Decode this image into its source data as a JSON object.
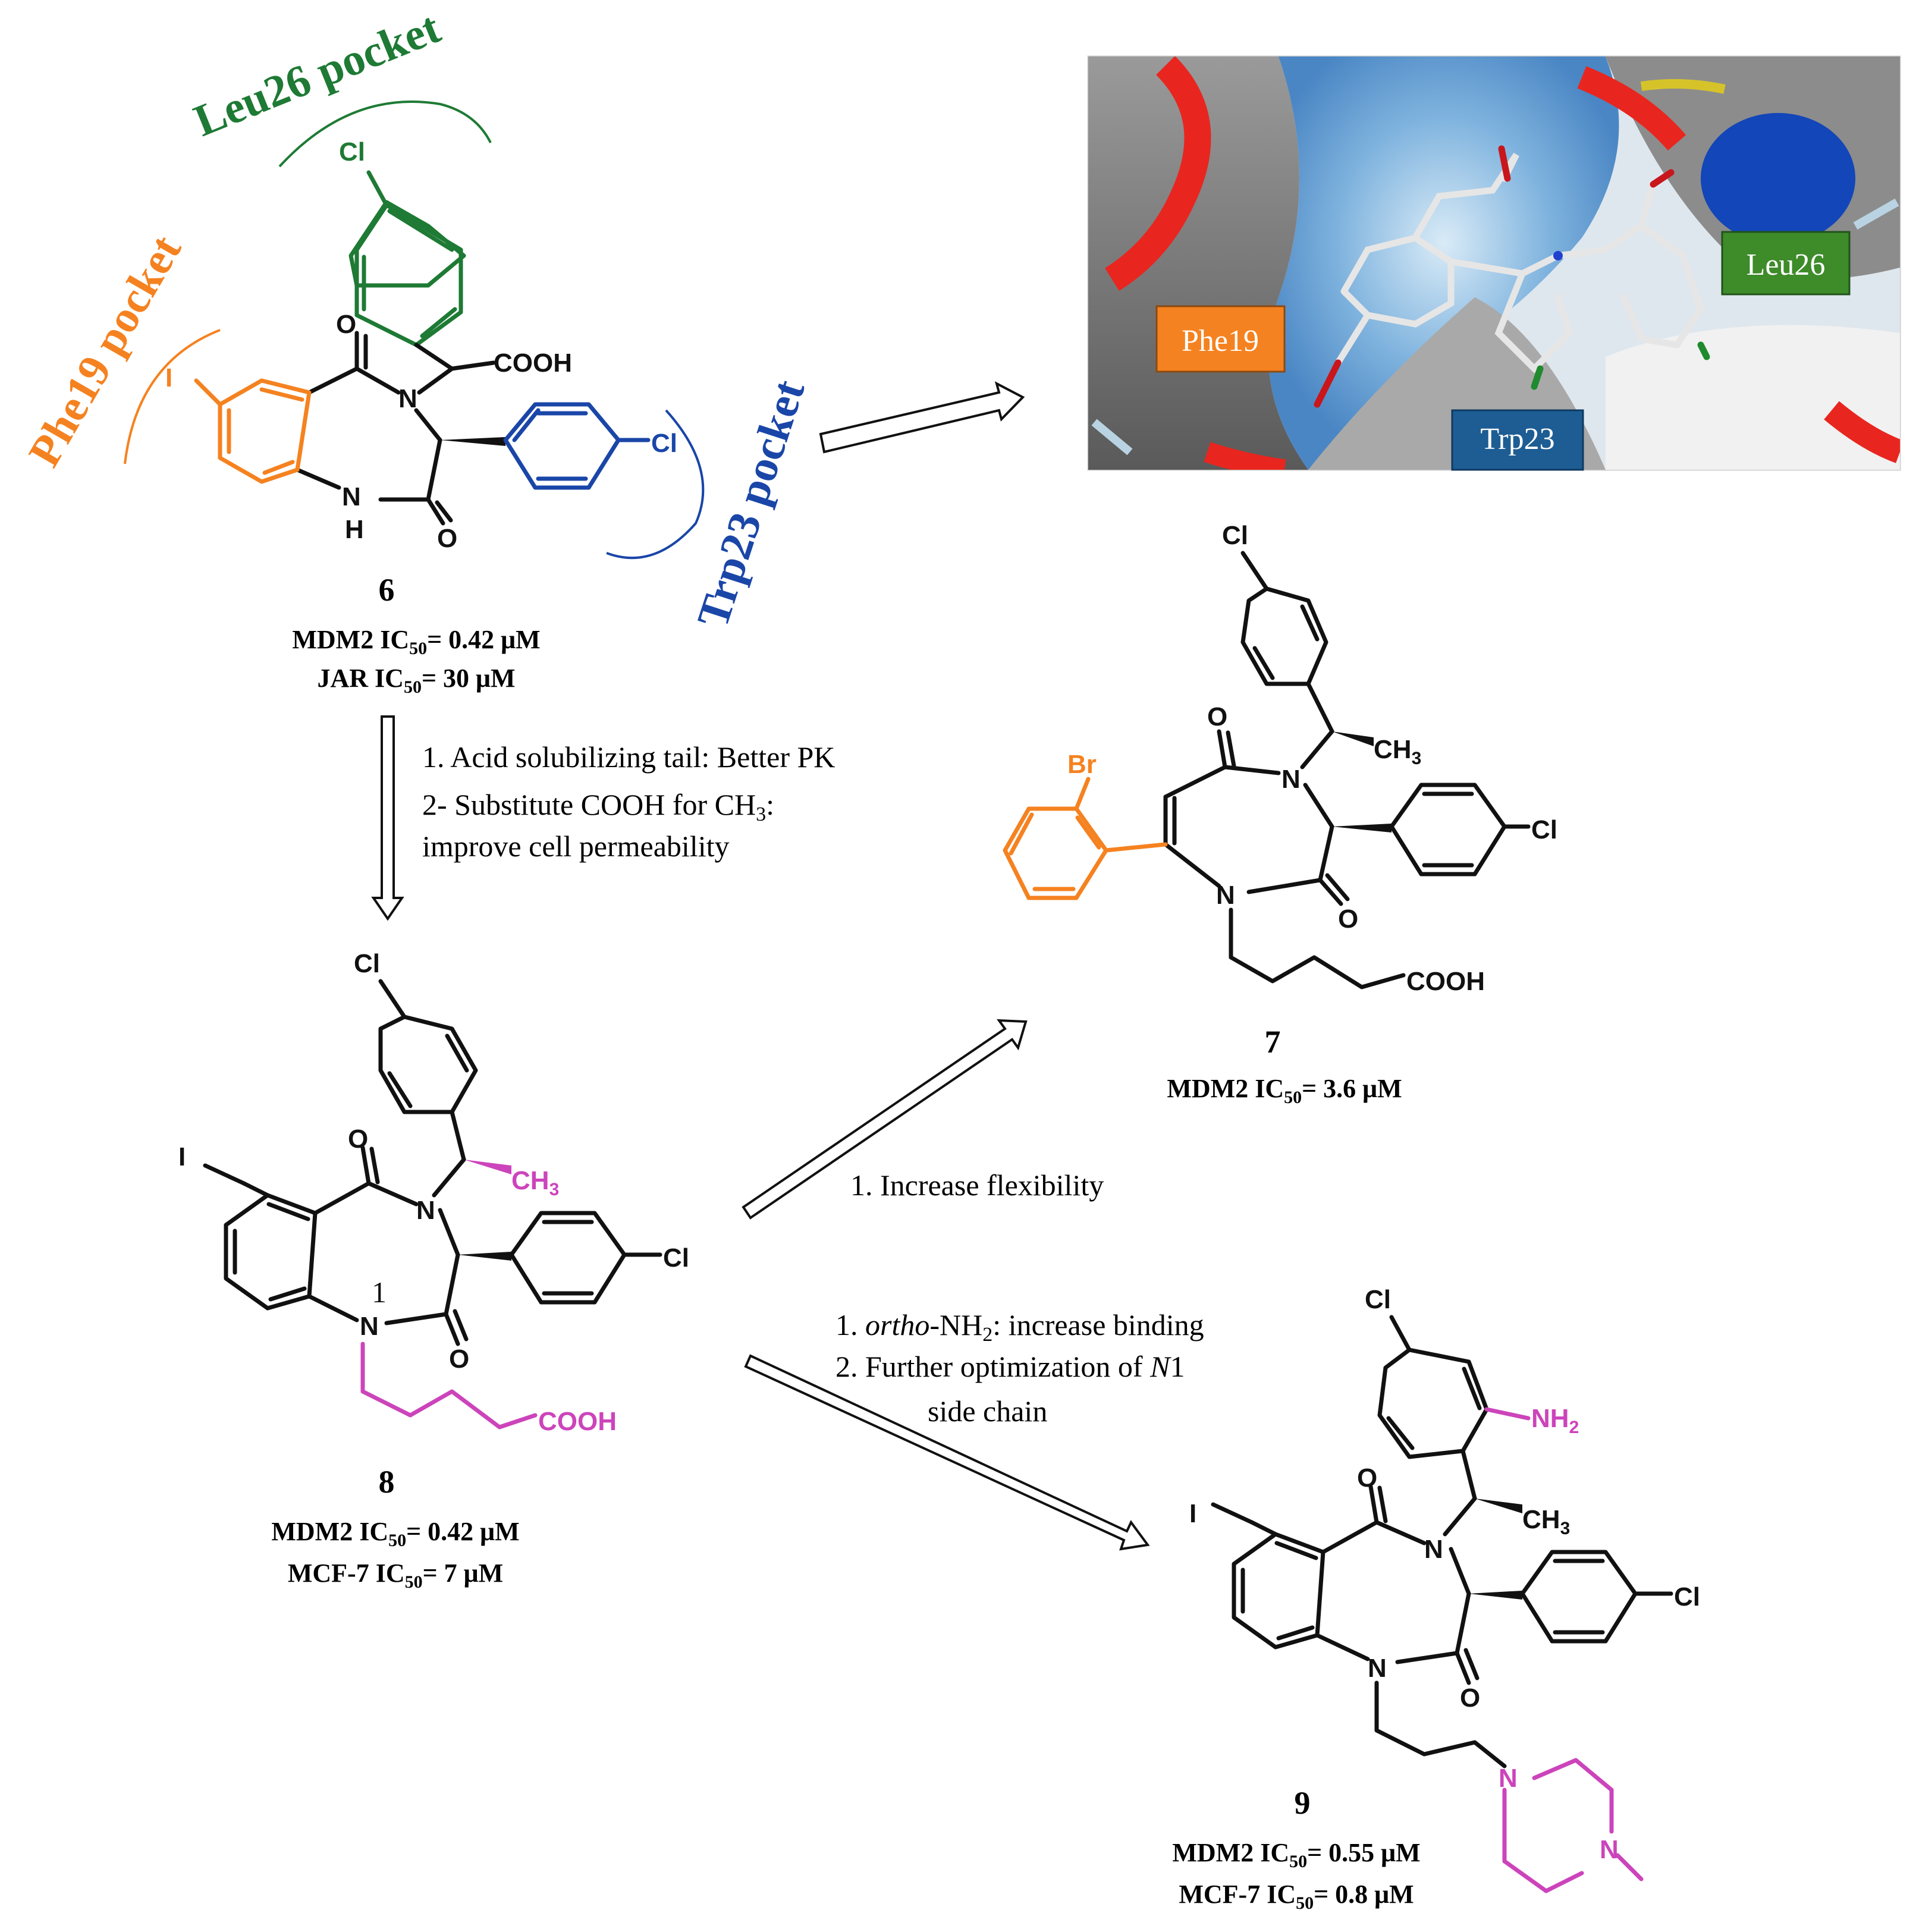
{
  "colors": {
    "green": "#1e7a34",
    "orange": "#f58220",
    "blue": "#1a46a8",
    "magenta": "#cc44bb",
    "black": "#111111"
  },
  "pockets": {
    "leu26": "Leu26 pocket",
    "phe19": "Phe19 pocket",
    "trp23": "Trp23 pocket"
  },
  "panel": {
    "phe19": "Phe19",
    "trp23": "Trp23",
    "leu26": "Leu26"
  },
  "atoms": {
    "cl": "Cl",
    "i": "I",
    "br": "Br",
    "o": "O",
    "n": "N",
    "h": "H",
    "nh2": "NH",
    "nh2_sub": "2",
    "cooh": "COOH",
    "ch3": "CH",
    "ch3_sub": "3",
    "pos1": "1"
  },
  "compounds": {
    "c6": {
      "id": "6",
      "line1_prefix": "MDM2 IC",
      "line1_sub": "50",
      "line1_value": "= 0.42 μM",
      "line2_prefix": "JAR IC",
      "line2_sub": "50",
      "line2_value": "= 30 μM"
    },
    "c7": {
      "id": "7",
      "line1_prefix": "MDM2 IC",
      "line1_sub": "50",
      "line1_value": "= 3.6 μM"
    },
    "c8": {
      "id": "8",
      "line1_prefix": "MDM2 IC",
      "line1_sub": "50",
      "line1_value": "= 0.42 μM",
      "line2_prefix": "MCF-7 IC",
      "line2_sub": "50",
      "line2_value": "= 7 μM"
    },
    "c9": {
      "id": "9",
      "line1_prefix": "MDM2 IC",
      "line1_sub": "50",
      "line1_value": "= 0.55 μM",
      "line2_prefix": "MCF-7 IC",
      "line2_sub": "50",
      "line2_value": "= 0.8 μM"
    }
  },
  "steps": {
    "s6to8": {
      "line1": "1. Acid solubilizing tail: Better PK",
      "line2_prefix": "2- Substitute COOH for CH",
      "line2_sub": "3",
      "line2_suffix": ":",
      "line3": "improve cell permeability"
    },
    "s8to7": {
      "line1": "1. Increase flexibility"
    },
    "s8to9": {
      "line1_prefix": "1. ",
      "line1_italic": "ortho",
      "line1_mid": "-NH",
      "line1_sub": "2",
      "line1_suffix": ": increase binding",
      "line2_prefix": "2. Further optimization of ",
      "line2_italic": "N",
      "line2_suffix": "1",
      "line3": "side chain"
    }
  }
}
